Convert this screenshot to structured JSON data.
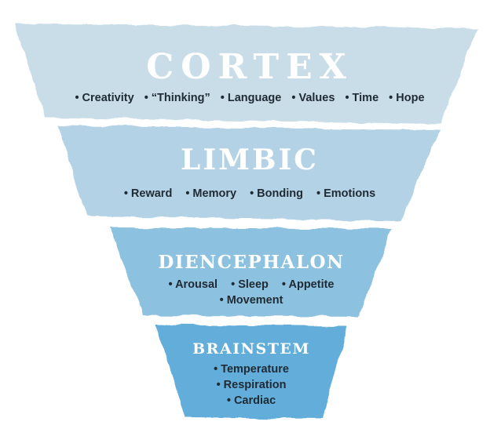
{
  "levels": [
    {
      "id": "cortex",
      "title": "CORTEX",
      "color": "#c9dde9",
      "items": [
        "• Creativity",
        "• “Thinking”",
        "• Language",
        "• Values",
        "• Time",
        "• Hope"
      ]
    },
    {
      "id": "limbic",
      "title": "LIMBIC",
      "color": "#b3d2e6",
      "items": [
        "• Reward",
        "• Memory",
        "• Bonding",
        "• Emotions"
      ]
    },
    {
      "id": "diencephalon",
      "title": "DIENCEPHALON",
      "color": "#8cc1e0",
      "items": [
        "• Arousal",
        "• Sleep",
        "• Appetite",
        "• Movement"
      ]
    },
    {
      "id": "brainstem",
      "title": "BRAINSTEM",
      "color": "#63addb",
      "items": [
        "• Temperature",
        "• Respiration",
        "• Cardiac"
      ]
    }
  ]
}
